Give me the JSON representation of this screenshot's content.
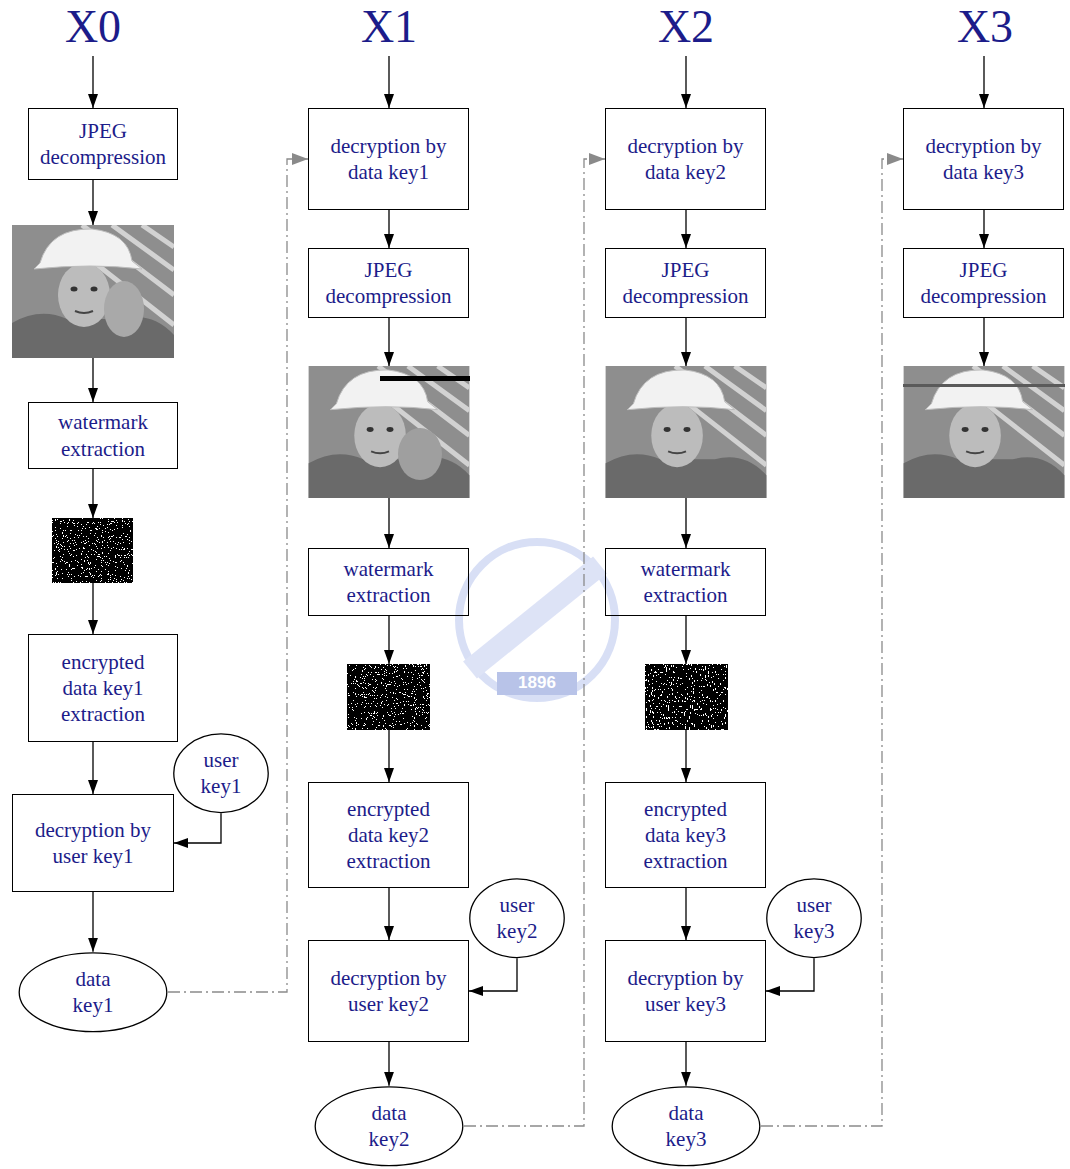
{
  "diagram": {
    "nodes": [
      {
        "text": [
          "JPEG decompression"
        ]
      },
      {
        "text": [
          "watermark extraction"
        ]
      },
      {
        "text": [
          "encrypted data key1 extraction"
        ]
      },
      {
        "text": [
          "user key1"
        ]
      },
      {
        "text": [
          "decryption by user key1"
        ]
      },
      {
        "text": [
          "data key1"
        ]
      },
      {
        "text": [
          "decryption by data key1"
        ]
      },
      {
        "text": [
          "JPEG decompression"
        ]
      },
      {
        "text": [
          "watermark extraction"
        ]
      },
      {
        "text": [
          "encrypted data key2 extraction"
        ]
      },
      {
        "text": [
          "user key2"
        ]
      },
      {
        "text": [
          "decryption by user key2"
        ]
      },
      {
        "text": [
          "data key2"
        ]
      },
      {
        "text": [
          "decryption by data key2"
        ]
      },
      {
        "text": [
          "JPEG decompression"
        ]
      },
      {
        "text": [
          "watermark extraction"
        ]
      },
      {
        "text": [
          "encrypted data key3 extraction"
        ]
      },
      {
        "text": [
          "user key3"
        ]
      },
      {
        "text": [
          "decryption by user key3"
        ]
      },
      {
        "text": [
          "data key3"
        ]
      },
      {
        "text": [
          "decryption by data key3"
        ]
      },
      {
        "text": [
          "JPEG decompression"
        ]
      }
    ],
    "edges": [
      {
        "from": 2,
        "to": 4,
        "arrow": "to"
      },
      {
        "from": 3,
        "to": 4,
        "arrow": "to"
      },
      {
        "from": 4,
        "to": 5,
        "arrow": "to"
      },
      {
        "from": 5,
        "to": 6,
        "arrow": "to"
      },
      {
        "from": 6,
        "to": 7,
        "arrow": "to"
      },
      {
        "from": 9,
        "to": 11,
        "arrow": "to"
      },
      {
        "from": 10,
        "to": 11,
        "arrow": "to"
      },
      {
        "from": 11,
        "to": 12,
        "arrow": "to"
      },
      {
        "from": 12,
        "to": 13,
        "arrow": "to"
      },
      {
        "from": 13,
        "to": 14,
        "arrow": "to"
      },
      {
        "from": 16,
        "to": 18,
        "arrow": "to"
      },
      {
        "from": 17,
        "to": 18,
        "arrow": "to"
      },
      {
        "from": 18,
        "to": 19,
        "arrow": "to"
      },
      {
        "from": 19,
        "to": 20,
        "arrow": "to"
      },
      {
        "from": 20,
        "to": 21,
        "arrow": "to"
      }
    ],
    "labels": [
      "X0",
      "X1",
      "X2",
      "X3",
      "1896"
    ]
  }
}
